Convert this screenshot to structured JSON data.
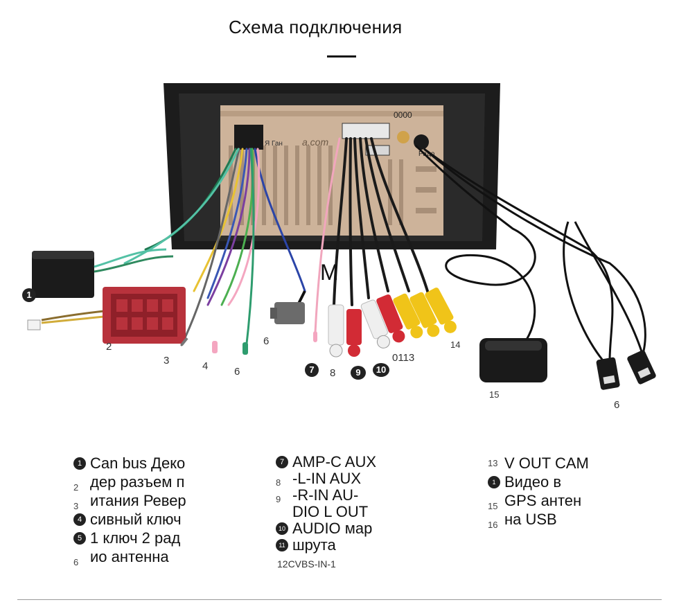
{
  "title": "Схема подключения",
  "unit": {
    "can_label": "Я Ган",
    "brand": "a.com",
    "code": "0000",
    "radio_label": "Радо"
  },
  "center_letter": "M",
  "callouts": {
    "n1": "1",
    "n2": "2",
    "n3": "3",
    "n4": "4",
    "n6a": "6",
    "n6b": "6",
    "n7": "7",
    "n8": "8",
    "n9": "9",
    "n10": "10",
    "n0113": "0113",
    "n14": "14",
    "n15": "15",
    "n16": "6"
  },
  "legend": {
    "col1": [
      {
        "marker": "1",
        "text": "Can bus Деко"
      },
      {
        "marker": "2",
        "text": "дер разъем п"
      },
      {
        "marker": "3",
        "text": "итания Ревер"
      },
      {
        "marker": "4",
        "text": "сивный ключ"
      },
      {
        "marker": "5",
        "text": "1 ключ 2 рад"
      },
      {
        "marker": "6",
        "text": "ио антенна"
      }
    ],
    "col2": [
      {
        "marker": "7",
        "text": "AMP-C AUX"
      },
      {
        "marker": "8",
        "text": "-L-IN AUX"
      },
      {
        "marker": "9",
        "text": "-R-IN AU-"
      },
      {
        "marker": "",
        "text": "DIO L OUT"
      },
      {
        "marker": "10",
        "text": "AUDIO мар"
      },
      {
        "marker": "11",
        "text": "шрута"
      }
    ],
    "col2_footer": "12CVBS-IN-1",
    "col3": [
      {
        "marker": "13",
        "text": "V OUT CAM"
      },
      {
        "marker": "1",
        "text": "Видео в"
      },
      {
        "marker": "15",
        "text": "GPS антен"
      },
      {
        "marker": "16",
        "text": "на USB"
      }
    ]
  },
  "colors": {
    "frame": "#1c1c1c",
    "panel": "#cdb39a",
    "panel_dark": "#a88f78",
    "connector_red": "#b8323c",
    "rca_red": "#d22b35",
    "rca_white": "#efefef",
    "rca_yellow": "#f0c419"
  }
}
